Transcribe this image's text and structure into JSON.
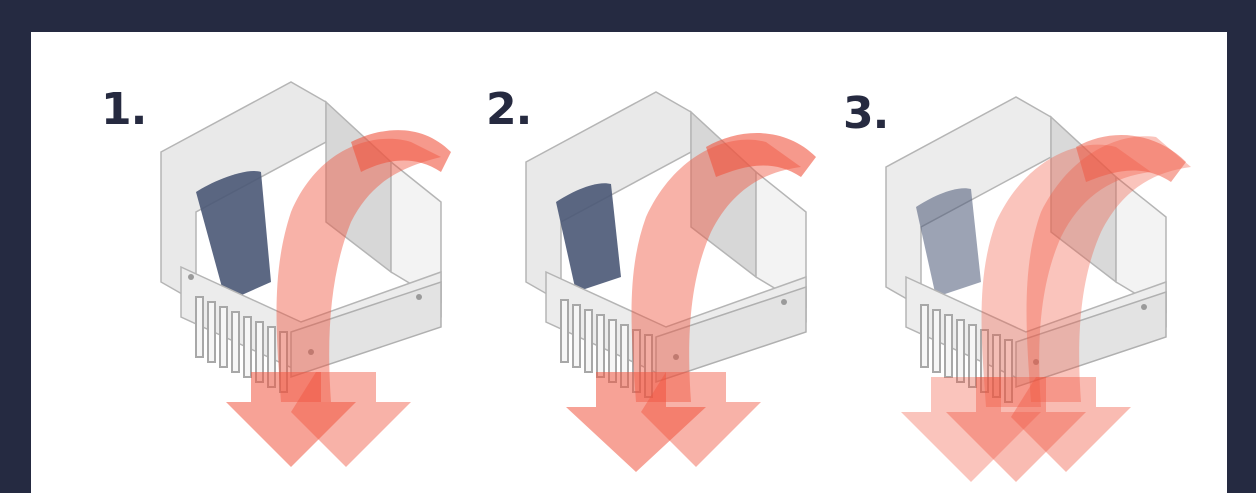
{
  "steps": [
    {
      "number": "1.",
      "illustration": "heat-exchanger-airflow-1"
    },
    {
      "number": "2.",
      "illustration": "heat-exchanger-airflow-2"
    },
    {
      "number": "3.",
      "illustration": "heat-exchanger-airflow-3"
    }
  ],
  "colors": {
    "frame": "#252a41",
    "panel": "#ffffff",
    "number": "#262a40",
    "housing_light": "#ececec",
    "housing_mid": "#d4d4d4",
    "housing_dark": "#b8b8b8",
    "baffle": "#4a5876",
    "airflow": "#f0553f"
  }
}
